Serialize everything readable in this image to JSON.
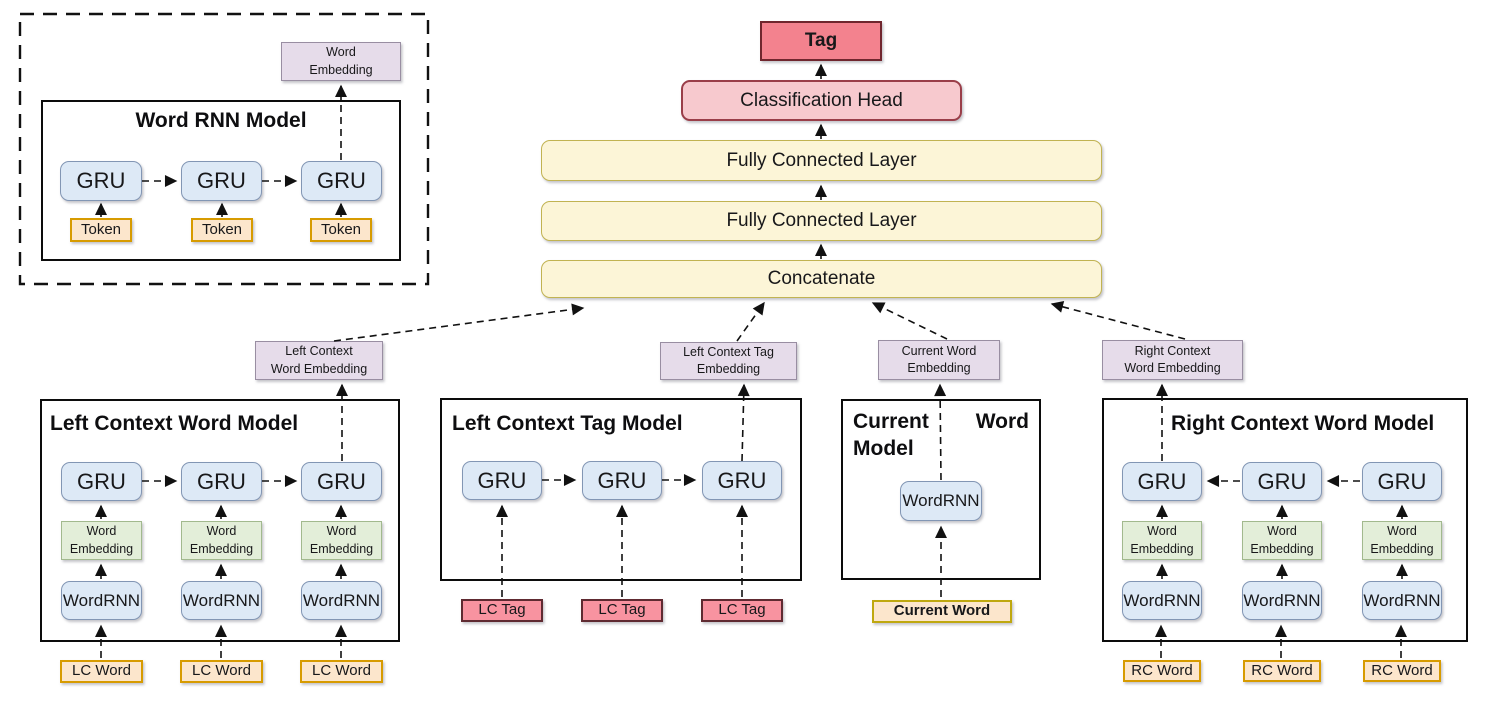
{
  "colors": {
    "blue_fill": "#dde9f6",
    "blue_stroke": "#8296b4",
    "green_fill": "#e3eed9",
    "green_stroke": "#a2b98e",
    "orange_fill": "#fce6cc",
    "orange_stroke": "#d79b00",
    "currentword_stroke": "#bfa80f",
    "yellow_fill": "#fcf5d7",
    "yellow_stroke": "#c1b352",
    "red_fill": "#f3828e",
    "red_stroke": "#70262e",
    "pink_fill": "#f7c9ce",
    "pink_stroke": "#9a3e49",
    "lctag_fill": "#f893a0",
    "lctag_stroke": "#5f2a31",
    "purple_fill": "#e6dcea",
    "purple_stroke": "#998ea2"
  },
  "labels": {
    "gru": "GRU",
    "wordrnn": "WordRNN",
    "token": "Token",
    "lc_word": "LC Word",
    "lc_tag": "LC Tag",
    "rc_word": "RC Word",
    "current_word": "Current Word"
  },
  "pipeline": {
    "tag": "Tag",
    "classification_head": "Classification Head",
    "fully_connected_layer_1": "Fully Connected Layer",
    "fully_connected_layer_2": "Fully Connected Layer",
    "concatenate": "Concatenate"
  },
  "models": {
    "word_rnn": {
      "title": "Word RNN Model"
    },
    "left_word": {
      "title": "Left Context Word Model"
    },
    "left_tag": {
      "title": "Left Context Tag Model"
    },
    "current": {
      "title_word1": "Current",
      "title_word2": "Word",
      "title_line2": "Model"
    },
    "right_word": {
      "title": "Right Context Word Model"
    }
  },
  "embedding_outputs": {
    "word_rnn": {
      "line1": "Word",
      "line2": "Embedding"
    },
    "left_word": {
      "line1": "Left Context",
      "line2": "Word Embedding"
    },
    "left_tag": {
      "line1": "Left Context Tag",
      "line2": "Embedding"
    },
    "current": {
      "line1": "Current Word",
      "line2": "Embedding"
    },
    "right_word": {
      "line1": "Right Context",
      "line2": "Word Embedding"
    }
  },
  "word_embedding_small": {
    "line1": "Word",
    "line2": "Embedding"
  }
}
